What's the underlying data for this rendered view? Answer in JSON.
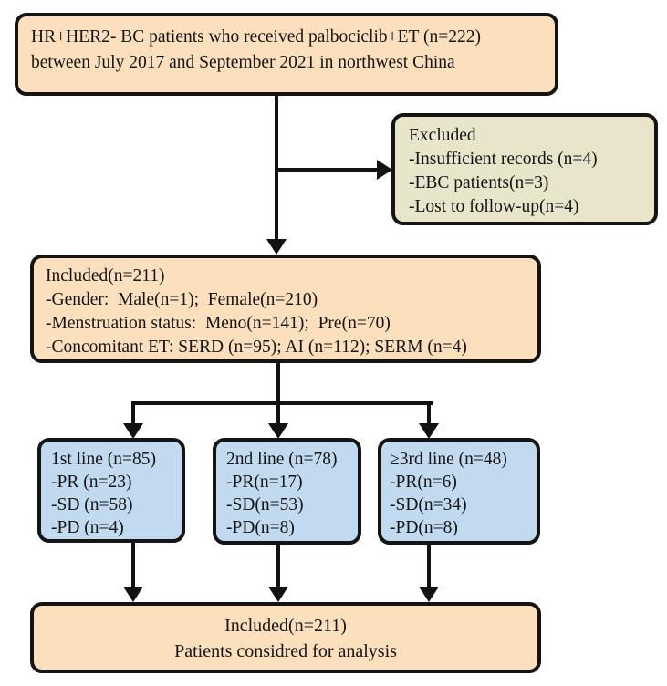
{
  "colors": {
    "peach": "#fcdfbd",
    "olive": "#e8e5cb",
    "blue": "#c2daf0",
    "line": "#121212"
  },
  "boxes": {
    "top": {
      "lines": [
        "HR+HER2- BC patients who received palbociclib+ET (n=222)",
        "between July 2017 and September 2021 in northwest China"
      ]
    },
    "excluded": {
      "lines": [
        "Excluded",
        "-Insufficient records (n=4)",
        "-EBC patients(n=3)",
        "-Lost to follow-up(n=4)"
      ]
    },
    "included": {
      "lines": [
        "Included(n=211)",
        "-Gender:  Male(n=1);  Female(n=210)",
        "-Menstruation status:  Meno(n=141);  Pre(n=70)",
        "-Concomitant ET: SERD (n=95); AI (n=112); SERM (n=4)"
      ]
    },
    "line1": {
      "lines": [
        "1st line (n=85)",
        "-PR (n=23)",
        "-SD (n=58)",
        "-PD (n=4)"
      ]
    },
    "line2": {
      "lines": [
        "2nd line (n=78)",
        "-PR(n=17)",
        "-SD(n=53)",
        "-PD(n=8)"
      ]
    },
    "line3": {
      "lines": [
        "≥3rd line (n=48)",
        "-PR(n=6)",
        "-SD(n=34)",
        "-PD(n=8)"
      ]
    },
    "final": {
      "lines": [
        "Included(n=211)",
        "Patients considred for analysis"
      ]
    }
  }
}
